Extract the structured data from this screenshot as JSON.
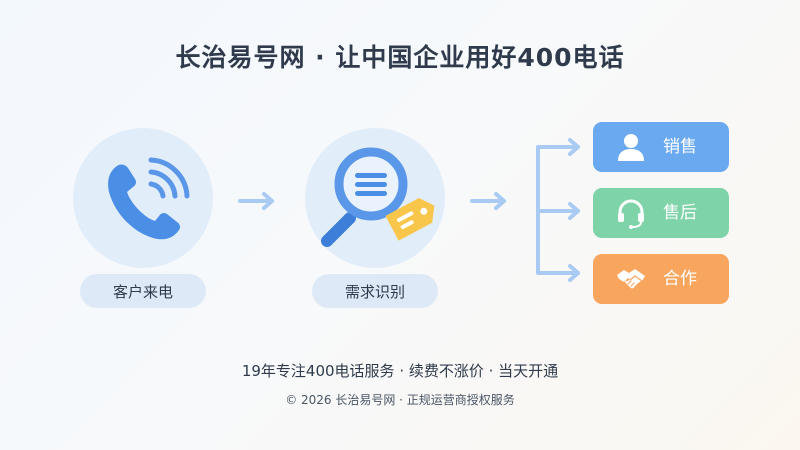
{
  "header": {
    "title": "长治易号网 · 让中国企业用好400电话"
  },
  "flow": {
    "steps": [
      {
        "label": "客户来电",
        "icon": "phone-call-icon"
      },
      {
        "label": "需求识别",
        "icon": "search-tag-icon"
      }
    ],
    "roles": [
      {
        "label": "销售",
        "icon": "user-icon",
        "color": "#6aa8f0"
      },
      {
        "label": "售后",
        "icon": "headset-icon",
        "color": "#7ed3a8"
      },
      {
        "label": "合作",
        "icon": "handshake-icon",
        "color": "#f8a65e"
      }
    ]
  },
  "slogan": "19年专注400电话服务 · 续费不涨价 · 当天开通",
  "footer": "© 2026 长治易号网 · 正规运营商授权服务",
  "colors": {
    "accent_blue": "#4a8ee6",
    "circle_bg": "#e2edfa",
    "arrow": "#a9cbf3"
  }
}
